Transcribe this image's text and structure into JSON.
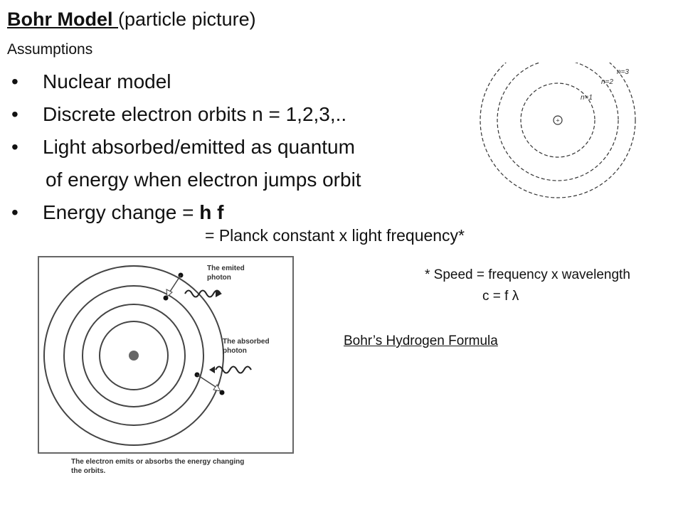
{
  "title": {
    "bold": "Bohr Model",
    "rest": "(particle picture)"
  },
  "subtitle": "Assumptions",
  "bullets": [
    "Nuclear model",
    "Discrete electron orbits n = 1,2,3,..",
    "Light absorbed/emitted as quantum",
    "Energy change = "
  ],
  "bullet_continuation": "of energy when electron jumps orbit",
  "energy_symbol": "h f",
  "bullet_glyph": "•",
  "planck_line": "= Planck constant x light frequency*",
  "speed_note": "*   Speed = frequency x wavelength",
  "speed_formula": "c = f  λ",
  "formula_heading": "Bohr’s Hydrogen Formula",
  "orbit_diagram": {
    "labels": [
      "n=1",
      "n=2",
      "n=3"
    ],
    "nucleus_symbol": "+"
  },
  "photon_diagram": {
    "emitted_label": [
      "The emited",
      "photon"
    ],
    "absorbed_label": [
      "The absorbed",
      "photon"
    ],
    "caption": [
      "The electron emits or absorbs the energy changing",
      "the orbits."
    ]
  }
}
